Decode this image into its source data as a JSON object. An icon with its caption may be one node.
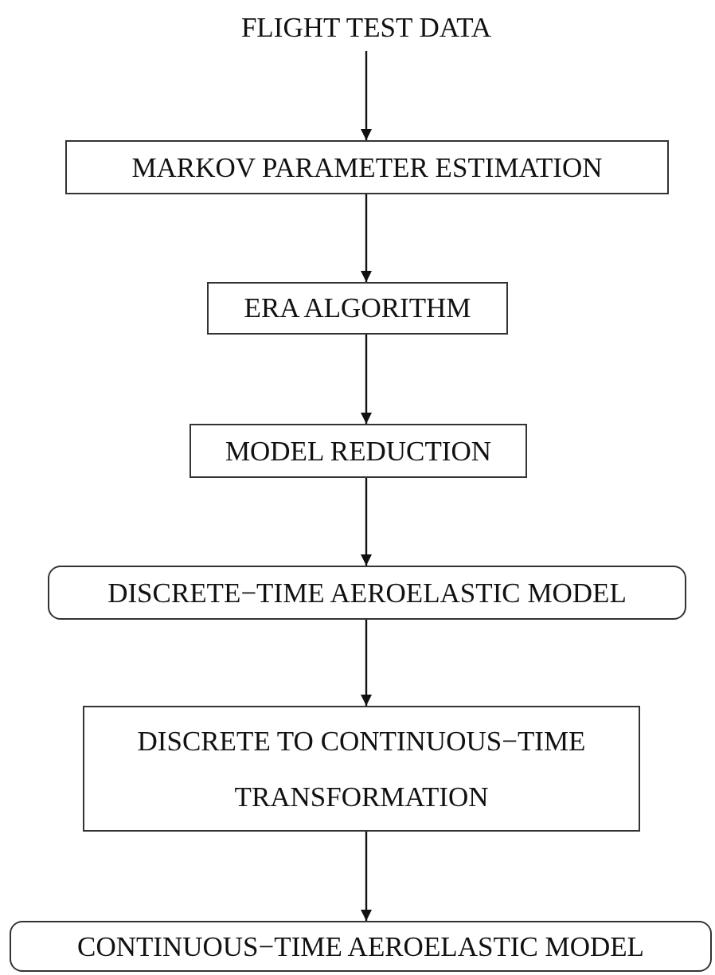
{
  "diagram": {
    "nodes": [
      {
        "text": [
          "FLIGHT TEST DATA"
        ]
      },
      {
        "text": [
          "MARKOV PARAMETER ESTIMATION"
        ]
      },
      {
        "text": [
          "ERA ALGORITHM"
        ]
      },
      {
        "text": [
          "MODEL REDUCTION"
        ]
      },
      {
        "text": [
          "DISCRETE−TIME AEROELASTIC MODEL"
        ]
      },
      {
        "text": [
          "DISCRETE TO CONTINUOUS−TIME TRANSFORMATION"
        ]
      },
      {
        "text": [
          "CONTINUOUS−TIME AEROELASTIC MODEL"
        ]
      }
    ],
    "edges": [
      {
        "from": 0,
        "to": 1,
        "arrow": "to"
      },
      {
        "from": 1,
        "to": 2,
        "arrow": "to"
      },
      {
        "from": 2,
        "to": 3,
        "arrow": "to"
      },
      {
        "from": 3,
        "to": 4,
        "arrow": "to"
      },
      {
        "from": 4,
        "to": 5,
        "arrow": "to"
      },
      {
        "from": 5,
        "to": 6,
        "arrow": "to"
      }
    ]
  }
}
